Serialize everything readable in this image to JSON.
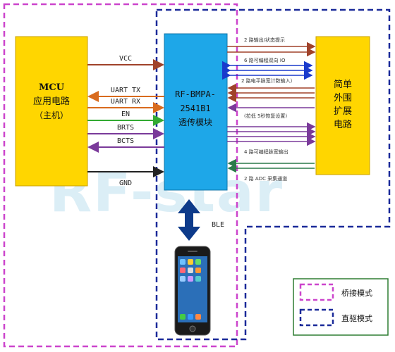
{
  "watermark": "RF-star",
  "mcu": {
    "line1": "MCU",
    "line2": "应用电路",
    "line3": "（主机）",
    "color": "#ffd600"
  },
  "module": {
    "line1": "RF-BMPA-",
    "line2": "2541B1",
    "line3": "透传模块",
    "color": "#1ea7e8"
  },
  "ext": {
    "line1": "简单",
    "line2": "外围",
    "line3": "扩展",
    "line4": "电路",
    "color": "#ffd600"
  },
  "left_signals": [
    {
      "label": "VCC",
      "color": "#a0422a"
    },
    {
      "label": "UART TX",
      "color": "#d96b1e"
    },
    {
      "label": "UART RX",
      "color": "#d96b1e"
    },
    {
      "label": "EN",
      "color": "#33aa33"
    },
    {
      "label": "BRTS",
      "color": "#7a3a9a"
    },
    {
      "label": "BCTS",
      "color": "#7a3a9a"
    },
    {
      "label": "GND",
      "color": "#222222"
    }
  ],
  "right_signals": [
    {
      "label": "2 路输出/状态提示",
      "color": "#a0422a"
    },
    {
      "label": "6 路可编程双向 IO",
      "color": "#1a3acc"
    },
    {
      "label": "2 路电平脉宽计数输入）",
      "color": "#a0422a"
    },
    {
      "label": "(拉低 5秒恢复设置)",
      "color": "#7a3a9a"
    },
    {
      "label": "4 路可编程脉宽输出",
      "color": "#7a3a9a"
    },
    {
      "label": "2 路 ADC 采集通道",
      "color": "#2a7a4a"
    }
  ],
  "ble_label": "BLE",
  "legend": {
    "bridge": "桥接模式",
    "direct": "直驱模式",
    "bridge_color": "#cc44cc",
    "direct_color": "#1a2a99"
  },
  "colors": {
    "pink_dash": "#cc44cc",
    "navy_dash": "#1a2a99",
    "ble_arrow": "#0d3a8a"
  }
}
